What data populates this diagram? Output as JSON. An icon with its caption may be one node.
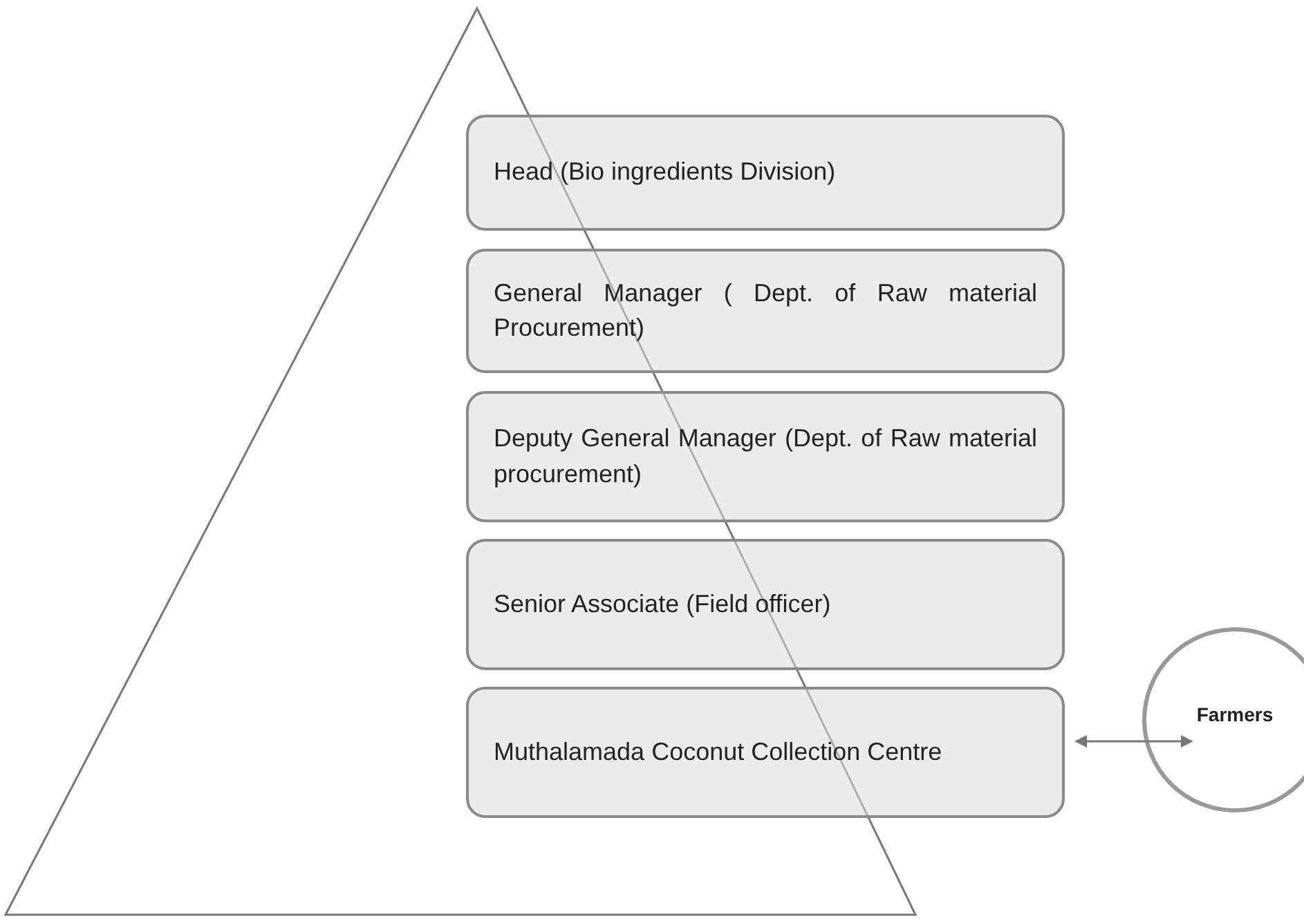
{
  "diagram": {
    "nodes": [
      {
        "text": [
          "Head (Bio ingredients Division)"
        ]
      },
      {
        "text": [
          "General Manager ( Dept. of Raw material Procurement)"
        ]
      },
      {
        "text": [
          "Deputy General Manager (Dept. of Raw material procurement)"
        ]
      },
      {
        "text": [
          "Senior Associate (Field officer)"
        ]
      },
      {
        "text": [
          "Muthalamada Coconut Collection Centre"
        ]
      },
      {
        "text": [
          "Farmers"
        ]
      }
    ],
    "edges": [
      {
        "from": 4,
        "to": 5,
        "arrow": "both"
      }
    ]
  }
}
